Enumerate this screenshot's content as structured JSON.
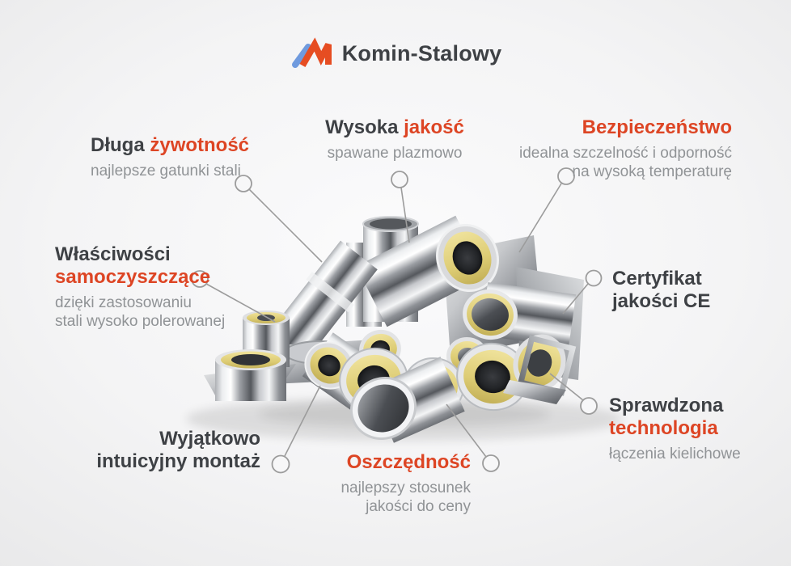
{
  "brand": {
    "name": "Komin-Stalowy",
    "logo_icon": "roof-chimney-icon"
  },
  "colors": {
    "accent": "#dd4524",
    "title": "#3e4145",
    "subtitle": "#909396",
    "connector": "#9c9c9c",
    "logo_blue": "#6f9ade",
    "logo_orange": "#e64d22",
    "background": "#f3f3f4"
  },
  "features": {
    "dluga": {
      "title_dark": "Długa",
      "title_accent": "żywotność",
      "sub1": "najlepsze gatunki stali"
    },
    "wysoka": {
      "title_dark": "Wysoka",
      "title_accent": "jakość",
      "sub1": "spawane plazmowo"
    },
    "bezpieczenstwo": {
      "title_accent": "Bezpieczeństwo",
      "sub1": "idealna szczelność i odporność",
      "sub2": "na wysoką temperaturę"
    },
    "wlasciwosci": {
      "title_dark": "Właściwości",
      "title_accent": "samoczyszczące",
      "sub1": "dzięki zastosowaniu",
      "sub2": "stali wysoko polerowanej"
    },
    "certyfikat": {
      "title_line1": "Certyfikat",
      "title_line2": "jakości CE"
    },
    "wyjatkowo": {
      "title_line1": "Wyjątkowo",
      "title_line2": "intuicyjny montaż"
    },
    "oszczednosc": {
      "title_accent": "Oszczędność",
      "sub1": "najlepszy stosunek",
      "sub2": "jakości do ceny"
    },
    "sprawdzona": {
      "title_dark": "Sprawdzona",
      "title_accent": "technologia",
      "sub1": "łączenia kielichowe"
    }
  }
}
